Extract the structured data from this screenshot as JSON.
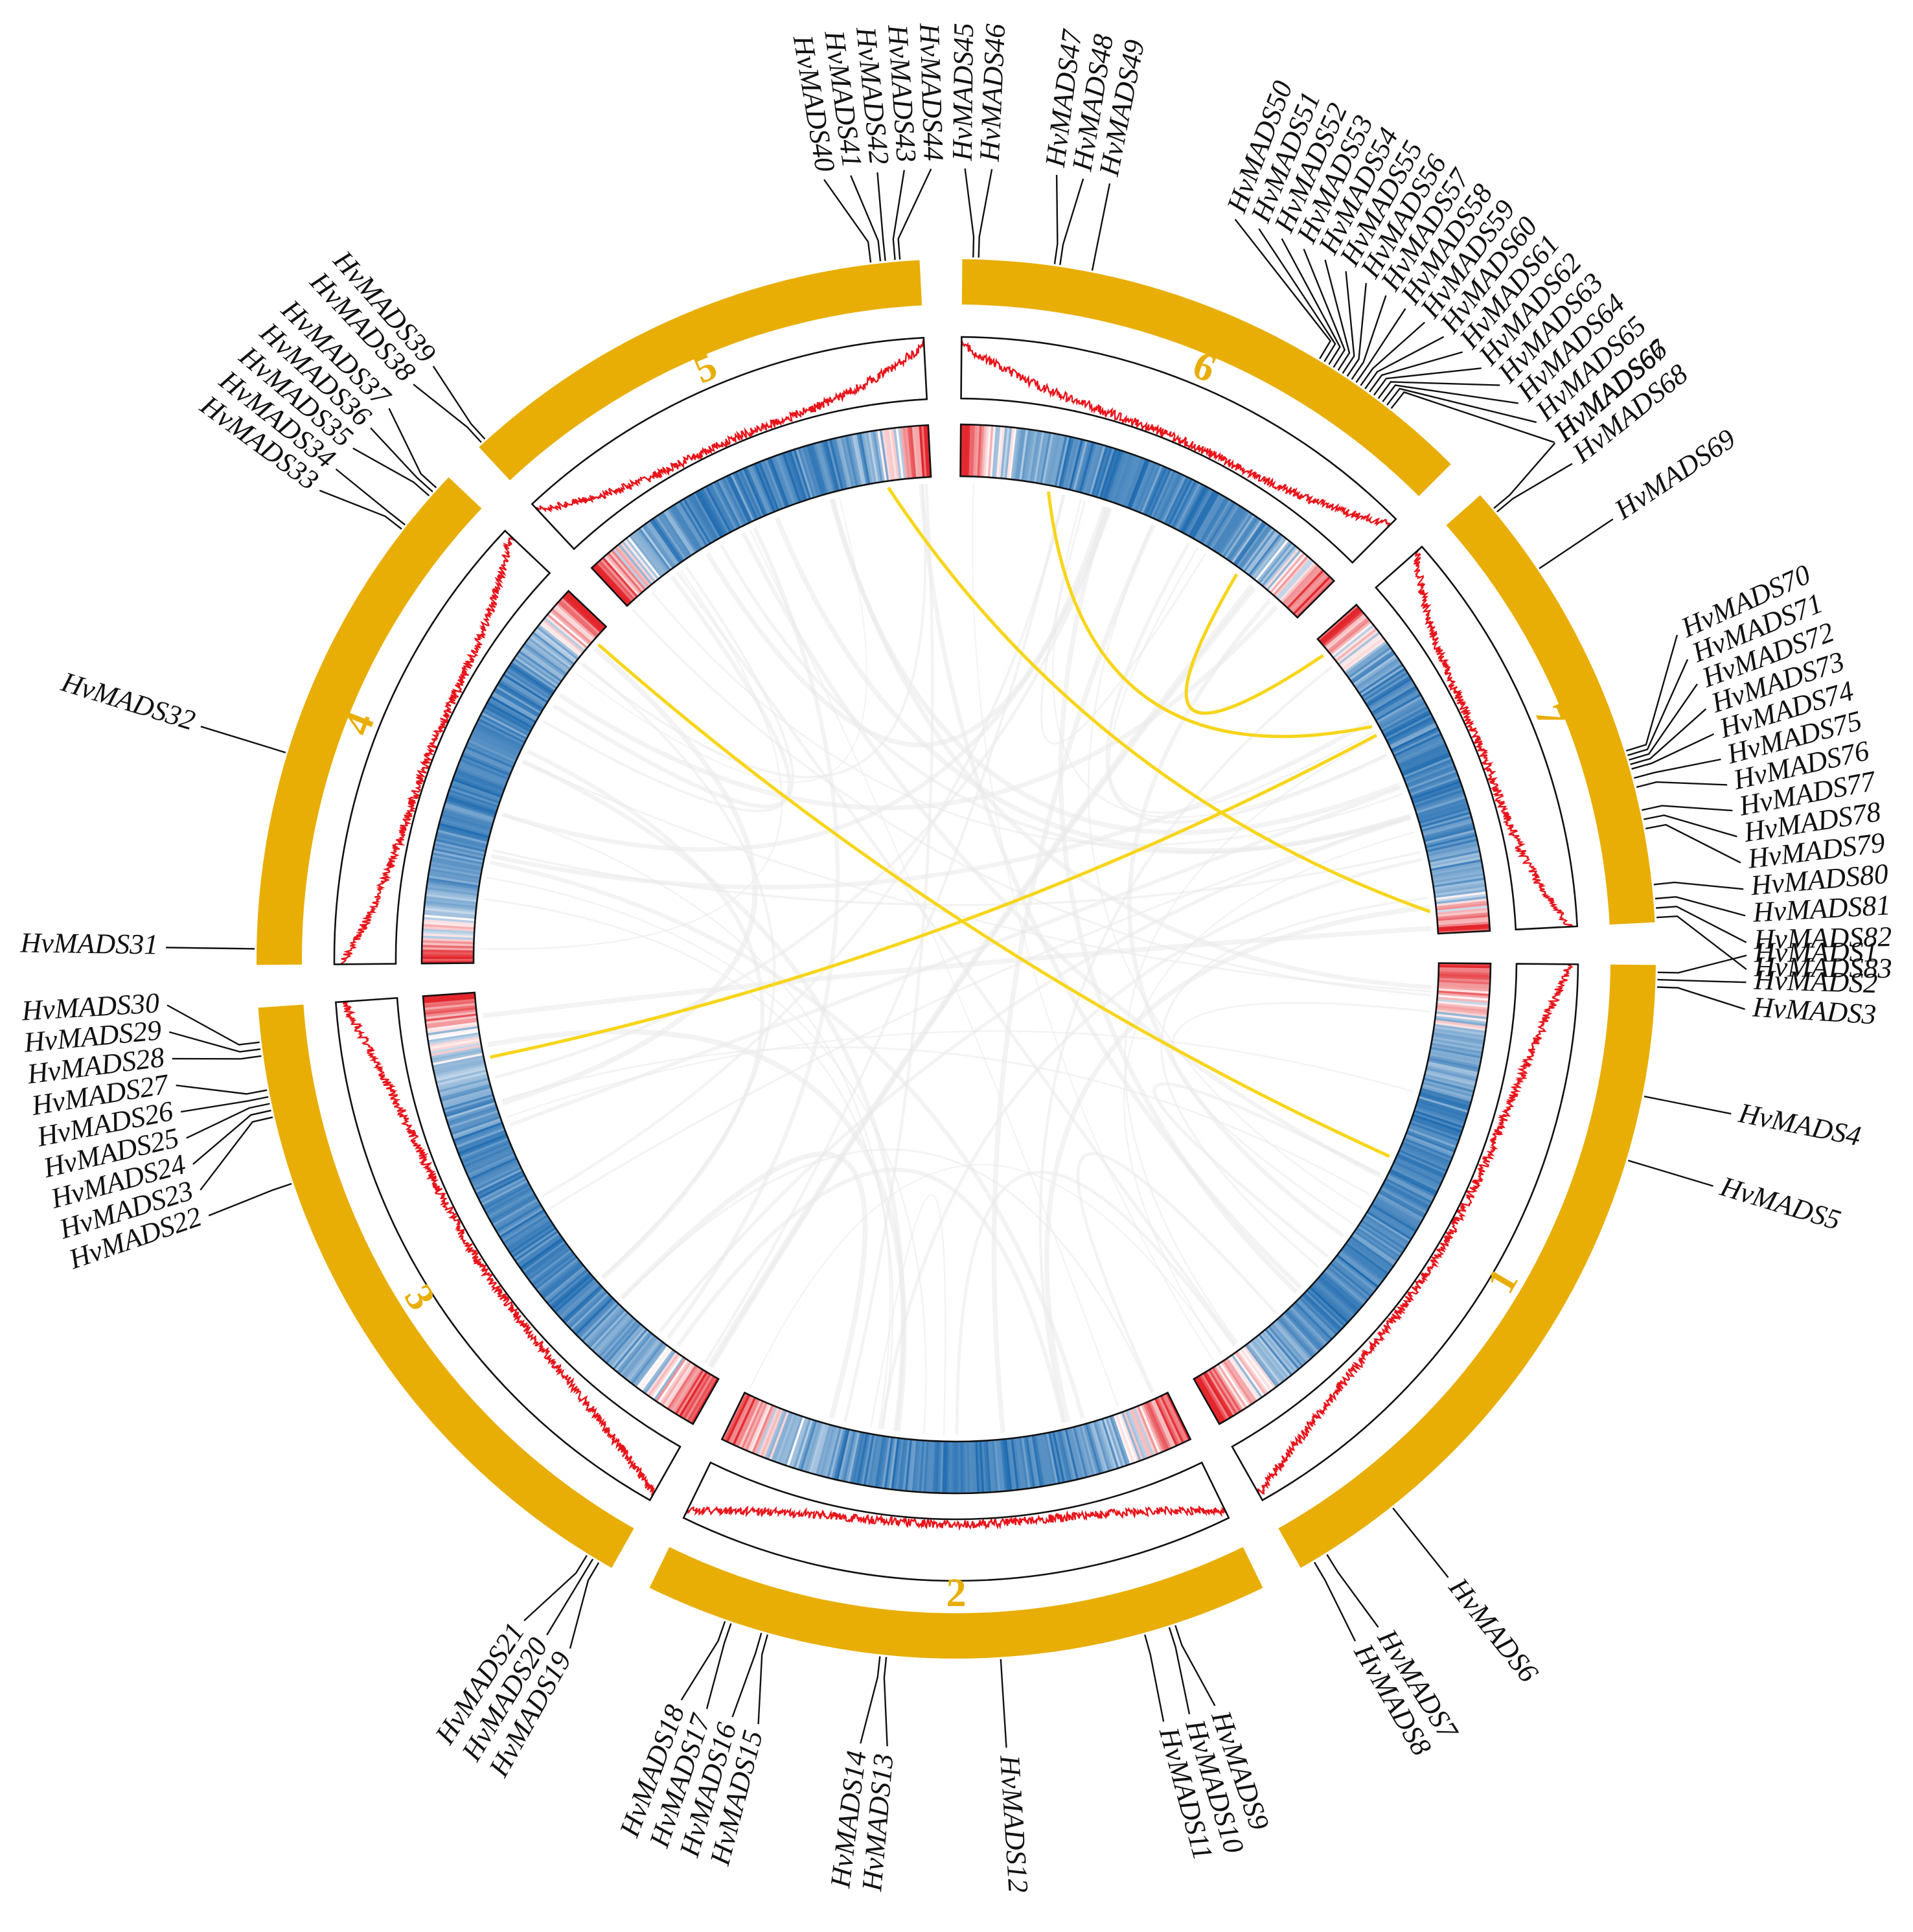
{
  "colors": {
    "chromosome": "#E8AE05",
    "density_line": "#E8141B",
    "heat_high": "#E3252C",
    "heat_mid": "#FFFFFF",
    "heat_low": "#1F6BB0",
    "segmental_duplication": "#F7D51A",
    "background_synteny": "#E9E9E9"
  },
  "chromosomes": [
    {
      "id": "1",
      "label": "1",
      "start_deg": 90.5,
      "end_deg": 150.5
    },
    {
      "id": "2",
      "label": "2",
      "start_deg": 154,
      "end_deg": 206
    },
    {
      "id": "3",
      "label": "3",
      "start_deg": 209.5,
      "end_deg": 266
    },
    {
      "id": "4",
      "label": "4",
      "start_deg": 269.5,
      "end_deg": 313.5
    },
    {
      "id": "5",
      "label": "5",
      "start_deg": 317,
      "end_deg": 357
    },
    {
      "id": "6",
      "label": "6",
      "start_deg": 0.5,
      "end_deg": 45
    },
    {
      "id": "7",
      "label": "7",
      "start_deg": 48.5,
      "end_deg": 87
    }
  ],
  "genes": [
    {
      "name": "HvMADS1",
      "chrom": "1",
      "pos": 0.01
    },
    {
      "name": "HvMADS2",
      "chrom": "1",
      "pos": 0.02
    },
    {
      "name": "HvMADS3",
      "chrom": "1",
      "pos": 0.03
    },
    {
      "name": "HvMADS4",
      "chrom": "1",
      "pos": 0.18
    },
    {
      "name": "HvMADS5",
      "chrom": "1",
      "pos": 0.27
    },
    {
      "name": "HvMADS6",
      "chrom": "1",
      "pos": 0.85
    },
    {
      "name": "HvMADS7",
      "chrom": "1",
      "pos": 0.96
    },
    {
      "name": "HvMADS8",
      "chrom": "1",
      "pos": 0.98
    },
    {
      "name": "HvMADS9",
      "chrom": "2",
      "pos": 0.15
    },
    {
      "name": "HvMADS10",
      "chrom": "2",
      "pos": 0.16
    },
    {
      "name": "HvMADS11",
      "chrom": "2",
      "pos": 0.2
    },
    {
      "name": "HvMADS12",
      "chrom": "2",
      "pos": 0.43
    },
    {
      "name": "HvMADS13",
      "chrom": "2",
      "pos": 0.61
    },
    {
      "name": "HvMADS14",
      "chrom": "2",
      "pos": 0.62
    },
    {
      "name": "HvMADS15",
      "chrom": "2",
      "pos": 0.8
    },
    {
      "name": "HvMADS16",
      "chrom": "2",
      "pos": 0.81
    },
    {
      "name": "HvMADS17",
      "chrom": "2",
      "pos": 0.86
    },
    {
      "name": "HvMADS18",
      "chrom": "2",
      "pos": 0.87
    },
    {
      "name": "HvMADS19",
      "chrom": "3",
      "pos": 0.02
    },
    {
      "name": "HvMADS20",
      "chrom": "3",
      "pos": 0.03
    },
    {
      "name": "HvMADS21",
      "chrom": "3",
      "pos": 0.04
    },
    {
      "name": "HvMADS22",
      "chrom": "3",
      "pos": 0.74
    },
    {
      "name": "HvMADS23",
      "chrom": "3",
      "pos": 0.84
    },
    {
      "name": "HvMADS24",
      "chrom": "3",
      "pos": 0.85
    },
    {
      "name": "HvMADS25",
      "chrom": "3",
      "pos": 0.86
    },
    {
      "name": "HvMADS26",
      "chrom": "3",
      "pos": 0.87
    },
    {
      "name": "HvMADS27",
      "chrom": "3",
      "pos": 0.88
    },
    {
      "name": "HvMADS28",
      "chrom": "3",
      "pos": 0.93
    },
    {
      "name": "HvMADS29",
      "chrom": "3",
      "pos": 0.94
    },
    {
      "name": "HvMADS30",
      "chrom": "3",
      "pos": 0.95
    },
    {
      "name": "HvMADS31",
      "chrom": "4",
      "pos": 0.03
    },
    {
      "name": "HvMADS32",
      "chrom": "4",
      "pos": 0.4
    },
    {
      "name": "HvMADS33",
      "chrom": "4",
      "pos": 0.87
    },
    {
      "name": "HvMADS34",
      "chrom": "4",
      "pos": 0.88
    },
    {
      "name": "HvMADS35",
      "chrom": "4",
      "pos": 0.95
    },
    {
      "name": "HvMADS36",
      "chrom": "4",
      "pos": 0.96
    },
    {
      "name": "HvMADS37",
      "chrom": "4",
      "pos": 0.97
    },
    {
      "name": "HvMADS38",
      "chrom": "5",
      "pos": 0.01
    },
    {
      "name": "HvMADS39",
      "chrom": "5",
      "pos": 0.02
    },
    {
      "name": "HvMADS40",
      "chrom": "5",
      "pos": 0.9
    },
    {
      "name": "HvMADS41",
      "chrom": "5",
      "pos": 0.92
    },
    {
      "name": "HvMADS42",
      "chrom": "5",
      "pos": 0.93
    },
    {
      "name": "HvMADS43",
      "chrom": "5",
      "pos": 0.95
    },
    {
      "name": "HvMADS44",
      "chrom": "5",
      "pos": 0.96
    },
    {
      "name": "HvMADS45",
      "chrom": "6",
      "pos": 0.02
    },
    {
      "name": "HvMADS46",
      "chrom": "6",
      "pos": 0.03
    },
    {
      "name": "HvMADS47",
      "chrom": "6",
      "pos": 0.17
    },
    {
      "name": "HvMADS48",
      "chrom": "6",
      "pos": 0.18
    },
    {
      "name": "HvMADS49",
      "chrom": "6",
      "pos": 0.24
    },
    {
      "name": "HvMADS50",
      "chrom": "6",
      "pos": 0.69
    },
    {
      "name": "HvMADS51",
      "chrom": "6",
      "pos": 0.7
    },
    {
      "name": "HvMADS52",
      "chrom": "6",
      "pos": 0.71
    },
    {
      "name": "HvMADS53",
      "chrom": "6",
      "pos": 0.72
    },
    {
      "name": "HvMADS54",
      "chrom": "6",
      "pos": 0.73
    },
    {
      "name": "HvMADS55",
      "chrom": "6",
      "pos": 0.74
    },
    {
      "name": "HvMADS56",
      "chrom": "6",
      "pos": 0.75
    },
    {
      "name": "HvMADS57",
      "chrom": "6",
      "pos": 0.76
    },
    {
      "name": "HvMADS58",
      "chrom": "6",
      "pos": 0.77
    },
    {
      "name": "HvMADS59",
      "chrom": "6",
      "pos": 0.78
    },
    {
      "name": "HvMADS60",
      "chrom": "6",
      "pos": 0.79
    },
    {
      "name": "HvMADS61",
      "chrom": "6",
      "pos": 0.8
    },
    {
      "name": "HvMADS62",
      "chrom": "6",
      "pos": 0.81
    },
    {
      "name": "HvMADS63",
      "chrom": "6",
      "pos": 0.82
    },
    {
      "name": "HvMADS64",
      "chrom": "6",
      "pos": 0.83
    },
    {
      "name": "HvMADS65",
      "chrom": "6",
      "pos": 0.84
    },
    {
      "name": "HvMADS66",
      "chrom": "6",
      "pos": 0.85
    },
    {
      "name": "HvMADS67",
      "chrom": "7",
      "pos": 0.04
    },
    {
      "name": "HvMADS68",
      "chrom": "7",
      "pos": 0.05
    },
    {
      "name": "HvMADS69",
      "chrom": "7",
      "pos": 0.2
    },
    {
      "name": "HvMADS70",
      "chrom": "7",
      "pos": 0.63
    },
    {
      "name": "HvMADS71",
      "chrom": "7",
      "pos": 0.64
    },
    {
      "name": "HvMADS72",
      "chrom": "7",
      "pos": 0.65
    },
    {
      "name": "HvMADS73",
      "chrom": "7",
      "pos": 0.66
    },
    {
      "name": "HvMADS74",
      "chrom": "7",
      "pos": 0.67
    },
    {
      "name": "HvMADS75",
      "chrom": "7",
      "pos": 0.69
    },
    {
      "name": "HvMADS76",
      "chrom": "7",
      "pos": 0.71
    },
    {
      "name": "HvMADS77",
      "chrom": "7",
      "pos": 0.76
    },
    {
      "name": "HvMADS78",
      "chrom": "7",
      "pos": 0.78
    },
    {
      "name": "HvMADS79",
      "chrom": "7",
      "pos": 0.8
    },
    {
      "name": "HvMADS80",
      "chrom": "7",
      "pos": 0.92
    },
    {
      "name": "HvMADS81",
      "chrom": "7",
      "pos": 0.95
    },
    {
      "name": "HvMADS82",
      "chrom": "7",
      "pos": 0.97
    },
    {
      "name": "HvMADS83",
      "chrom": "7",
      "pos": 0.99
    }
  ],
  "segmental_duplications": [
    {
      "chrom_a": "4",
      "pos_a": 0.95,
      "chrom_b": "1",
      "pos_b": 0.4
    },
    {
      "chrom_a": "3",
      "pos_a": 0.86,
      "chrom_b": "7",
      "pos_b": 0.35
    },
    {
      "chrom_a": "5",
      "pos_a": 0.87,
      "chrom_b": "7",
      "pos_b": 0.93
    },
    {
      "chrom_a": "6",
      "pos_a": 0.24,
      "chrom_b": "7",
      "pos_b": 0.32
    },
    {
      "chrom_a": "6",
      "pos_a": 0.8,
      "chrom_b": "7",
      "pos_b": 0.05
    }
  ]
}
